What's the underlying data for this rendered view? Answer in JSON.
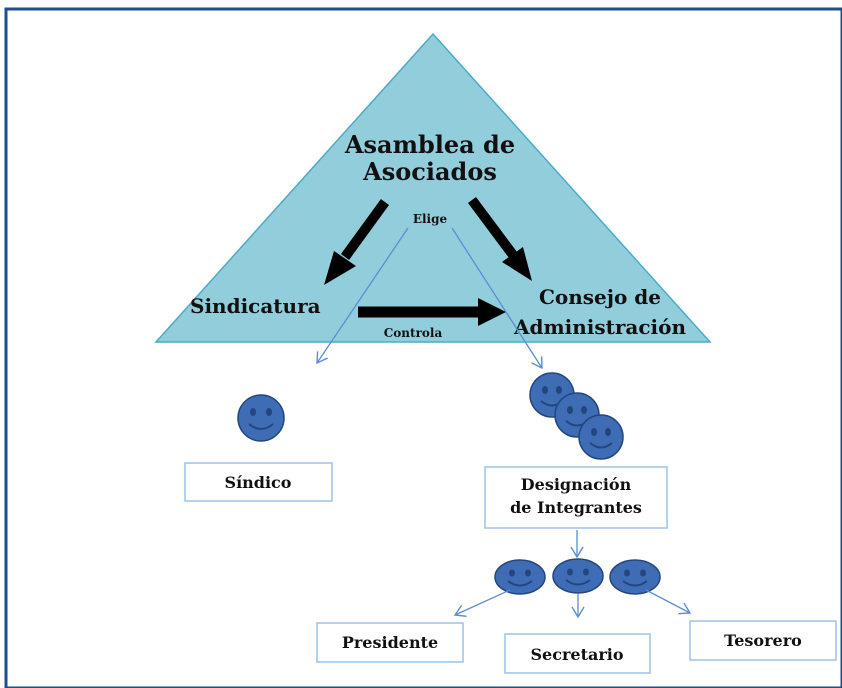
{
  "colors": {
    "triangle_fill": "#92CDDC",
    "triangle_stroke": "#4BACC6",
    "frame": "#1F4E8C",
    "thin_arrow": "#5B8DD6",
    "face_fill": "#3E6DB5",
    "face_stroke": "#24467F",
    "box_stroke": "#9CC3E6"
  },
  "triangle": {
    "title_line1": "Asamblea de",
    "title_line2": "Asociados",
    "elige_label": "Elige",
    "left_node": "Sindicatura",
    "right_line1": "Consejo de",
    "right_line2": "Administración",
    "controla_label": "Controla"
  },
  "boxes": {
    "sindico": "Síndico",
    "designacion_line1": "Designación",
    "designacion_line2": "de Integrantes",
    "presidente": "Presidente",
    "secretario": "Secretario",
    "tesorero": "Tesorero"
  },
  "icons": {
    "person": "smiley-face-icon"
  }
}
